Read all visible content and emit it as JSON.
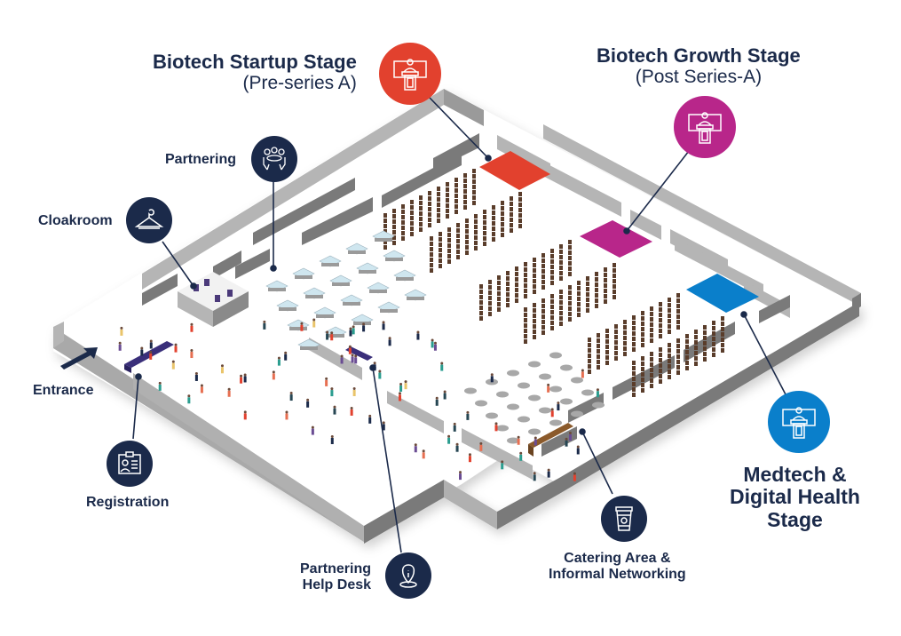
{
  "title": "Event Floor Plan",
  "colors": {
    "navy": "#1b2a4a",
    "startup_stage": "#e2412e",
    "growth_stage": "#b8268a",
    "medtech_stage": "#0a7fcb",
    "wall_light": "#b5b5b5",
    "wall_dark": "#7a7a7a",
    "floor": "#ffffff"
  },
  "labels": {
    "startup_stage": {
      "title": "Biotech Startup Stage",
      "subtitle": "(Pre-series A)",
      "icon": "podium-presenter-icon"
    },
    "growth_stage": {
      "title": "Biotech Growth Stage",
      "subtitle": "(Post Series-A)",
      "icon": "podium-presenter-icon"
    },
    "medtech_stage": {
      "line1": "Medtech &",
      "line2": "Digital Health",
      "line3": "Stage",
      "icon": "podium-presenter-icon"
    },
    "partnering": {
      "title": "Partnering",
      "icon": "meeting-table-icon"
    },
    "cloakroom": {
      "title": "Cloakroom",
      "icon": "coat-hanger-icon"
    },
    "entrance": {
      "title": "Entrance",
      "icon": "arrow-icon"
    },
    "registration": {
      "title": "Registration",
      "icon": "id-badge-icon"
    },
    "help_desk": {
      "line1": "Partnering",
      "line2": "Help Desk",
      "icon": "info-pin-icon"
    },
    "catering": {
      "line1": "Catering Area &",
      "line2": "Informal Networking",
      "icon": "coffee-cup-icon"
    }
  }
}
